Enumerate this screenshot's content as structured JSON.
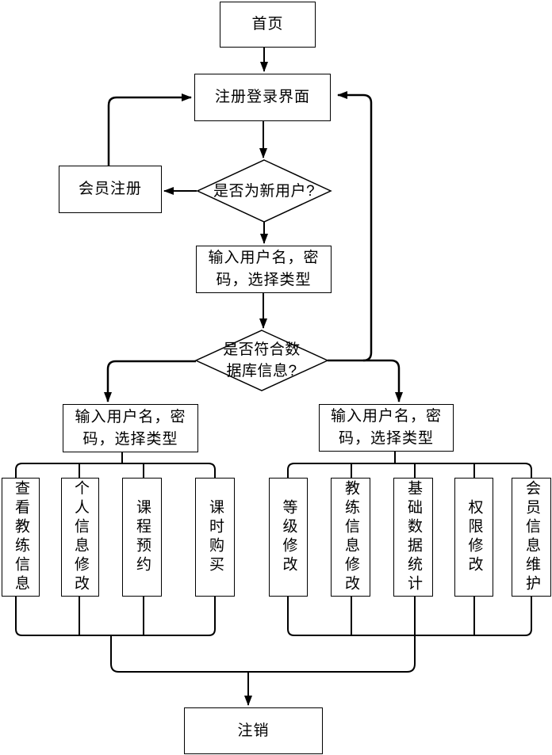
{
  "nodes": {
    "home": {
      "label": "首页"
    },
    "login": {
      "label": "注册登录界面"
    },
    "decision_new_user": {
      "label": "是否为新用户?"
    },
    "register": {
      "label": "会员注册"
    },
    "input_credentials": {
      "line1": "输入用户名，密",
      "line2": "码，选择类型"
    },
    "decision_db": {
      "line1": "是否符合数",
      "line2": "据库信息?"
    },
    "input_member": {
      "line1": "输入用户名，密",
      "line2": "码，选择类型"
    },
    "input_admin": {
      "line1": "输入用户名，密",
      "line2": "码，选择类型"
    },
    "member_functions": [
      {
        "label": "查看教练信息"
      },
      {
        "label": "个人信息修改"
      },
      {
        "label": "课程预约"
      },
      {
        "label": "课时购买"
      }
    ],
    "admin_functions": [
      {
        "label": "等级修改"
      },
      {
        "label": "教练信息修改"
      },
      {
        "label": "基础数据统计"
      },
      {
        "label": "权限修改"
      },
      {
        "label": "会员信息维护"
      }
    ],
    "logout": {
      "label": "注销"
    }
  },
  "colors": {
    "stroke": "#000000",
    "background": "#ffffff",
    "text": "#000000"
  }
}
